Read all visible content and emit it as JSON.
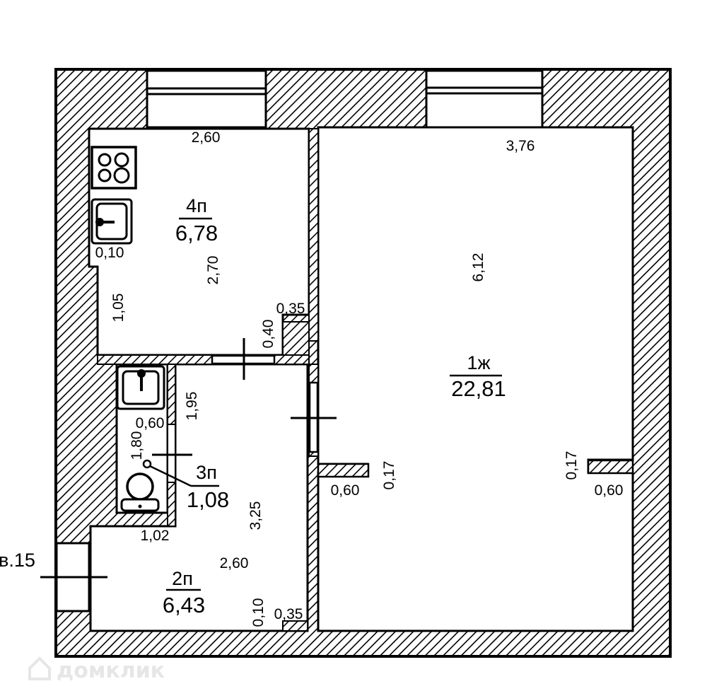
{
  "plan": {
    "type": "apartment-floor-plan",
    "rooms": [
      {
        "id": "1ж",
        "name": "living-room",
        "code": "1ж",
        "area": "22,81",
        "width": "3,76",
        "length": "6,12"
      },
      {
        "id": "2п",
        "name": "hallway",
        "code": "2п",
        "area": "6,43",
        "width": "2,60",
        "length": "3,25"
      },
      {
        "id": "3п",
        "name": "bathroom",
        "code": "3п",
        "area": "1,08",
        "width": "0,60",
        "length": "1,80"
      },
      {
        "id": "4п",
        "name": "kitchen",
        "code": "4п",
        "area": "6,78",
        "width": "2,60",
        "length": "2,70"
      }
    ],
    "dimensions": {
      "kitchen_width": "2,60",
      "kitchen_length": "2,70",
      "kitchen_sink_offset": "0,10",
      "kitchen_lower_wall": "1,05",
      "kitchen_niche_depth": "0,35",
      "kitchen_niche_height": "0,40",
      "living_width": "3,76",
      "living_length": "6,12",
      "living_pilaster_left_depth": "0,17",
      "living_pilaster_left_width": "0,60",
      "living_pilaster_right_depth": "0,17",
      "living_pilaster_right_width": "0,60",
      "bathroom_length_outer": "1,95",
      "bathroom_width": "0,60",
      "bathroom_length": "1,80",
      "hallway_niche_width": "1,02",
      "hallway_width": "2,60",
      "hallway_length": "3,25",
      "hallway_corner_height": "0,10",
      "hallway_corner_width": "0,35"
    },
    "exterior_label": "в.15",
    "watermark": "домклик"
  },
  "colors": {
    "line": "#000000",
    "background": "#ffffff",
    "watermark": "#e6e6e6"
  }
}
